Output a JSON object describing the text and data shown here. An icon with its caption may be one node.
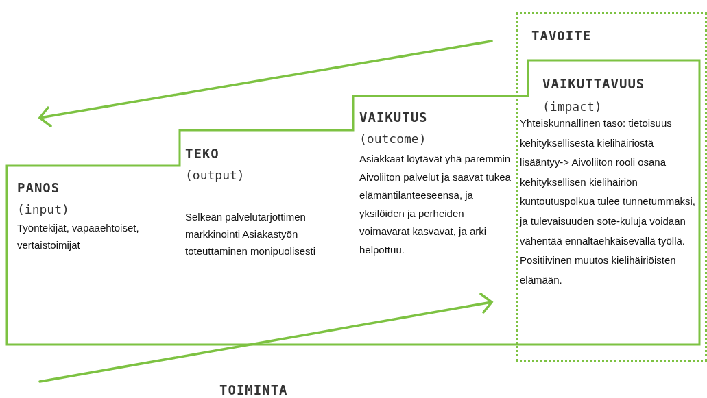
{
  "diagram": {
    "nodes": [
      {
        "text": [
          "TAVOITE"
        ]
      },
      {
        "text": [
          "PANOS",
          "(input)",
          "Työntekijät, vapaaehtoiset, vertaistoimijat"
        ]
      },
      {
        "text": [
          "TEKO",
          "(output)",
          "Selkeän palvelutarjottimen markkinointi Asiakastyön toteuttaminen monipuolisesti"
        ]
      },
      {
        "text": [
          "VAIKUTUS",
          "(outcome)",
          "Asiakkaat löytävät yhä paremmin Aivoliiton palvelut ja saavat tukea elämäntilanteeseensa, ja yksilöiden ja perheiden voimavarat kasvavat, ja arki helpottuu."
        ]
      },
      {
        "text": [
          "VAIKUTTAVUUS",
          "(impact)",
          "Yhteiskunnallinen taso: tietoisuus kehityksellisestä kielihäiriöstä lisääntyy-> Aivoliiton rooli osana kehityksellisen kielihäiriön kuntoutuspolkua tulee tunnetummaksi, ja tulevaisuuden sote-kuluja voidaan vähentää ennaltaehkäisevällä työllä. Positiivinen muutos kielihäiriöisten elämään."
        ],
        "in": 0
      }
    ],
    "edges": [],
    "labels": [
      "TOIMINTA"
    ]
  }
}
